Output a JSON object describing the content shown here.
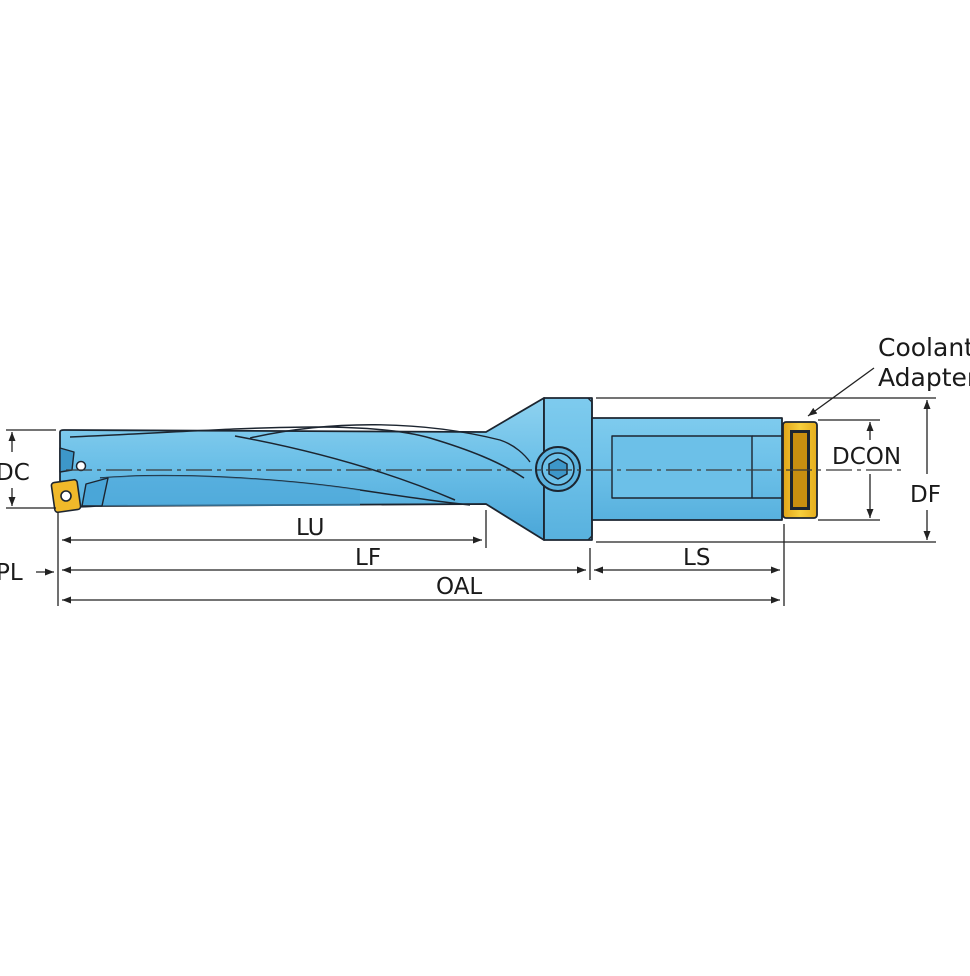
{
  "diagram": {
    "labels": {
      "dc": "DC",
      "pl": "PL",
      "lu": "LU",
      "lf": "LF",
      "oal": "OAL",
      "ls": "LS",
      "dcon": "DCON",
      "df": "DF"
    },
    "callout": {
      "line1": "Coolant",
      "line2": "Adapter"
    },
    "colors": {
      "tool_body": "#6cc0e8",
      "tool_body_light": "#a6dbf3",
      "tool_shade": "#3d97c9",
      "outline": "#1c2530",
      "insert": "#f0b92a",
      "adapter": "#f2c12c",
      "dimension_line": "#222222"
    }
  }
}
